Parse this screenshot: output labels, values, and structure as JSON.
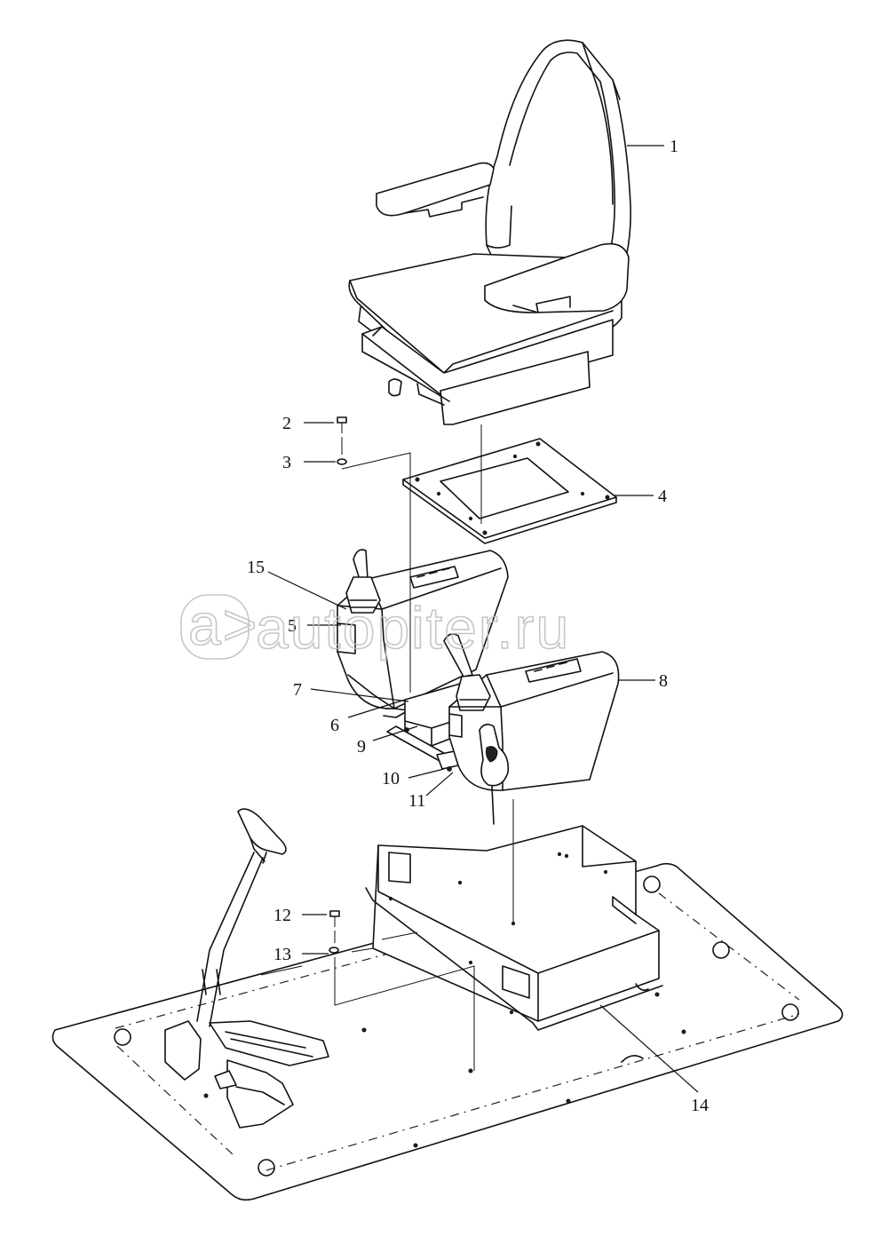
{
  "watermark": {
    "text": "autopiter.ru",
    "logo": "a>"
  },
  "callouts": [
    {
      "id": "c1",
      "text": "1"
    },
    {
      "id": "c2",
      "text": "2"
    },
    {
      "id": "c3",
      "text": "3"
    },
    {
      "id": "c4",
      "text": "4"
    },
    {
      "id": "c5",
      "text": "5"
    },
    {
      "id": "c6",
      "text": "6"
    },
    {
      "id": "c7",
      "text": "7"
    },
    {
      "id": "c8",
      "text": "8"
    },
    {
      "id": "c9",
      "text": "9"
    },
    {
      "id": "c10",
      "text": "10"
    },
    {
      "id": "c11",
      "text": "11"
    },
    {
      "id": "c12",
      "text": "12"
    },
    {
      "id": "c13",
      "text": "13"
    },
    {
      "id": "c14",
      "text": "14"
    },
    {
      "id": "c15",
      "text": "15"
    }
  ]
}
